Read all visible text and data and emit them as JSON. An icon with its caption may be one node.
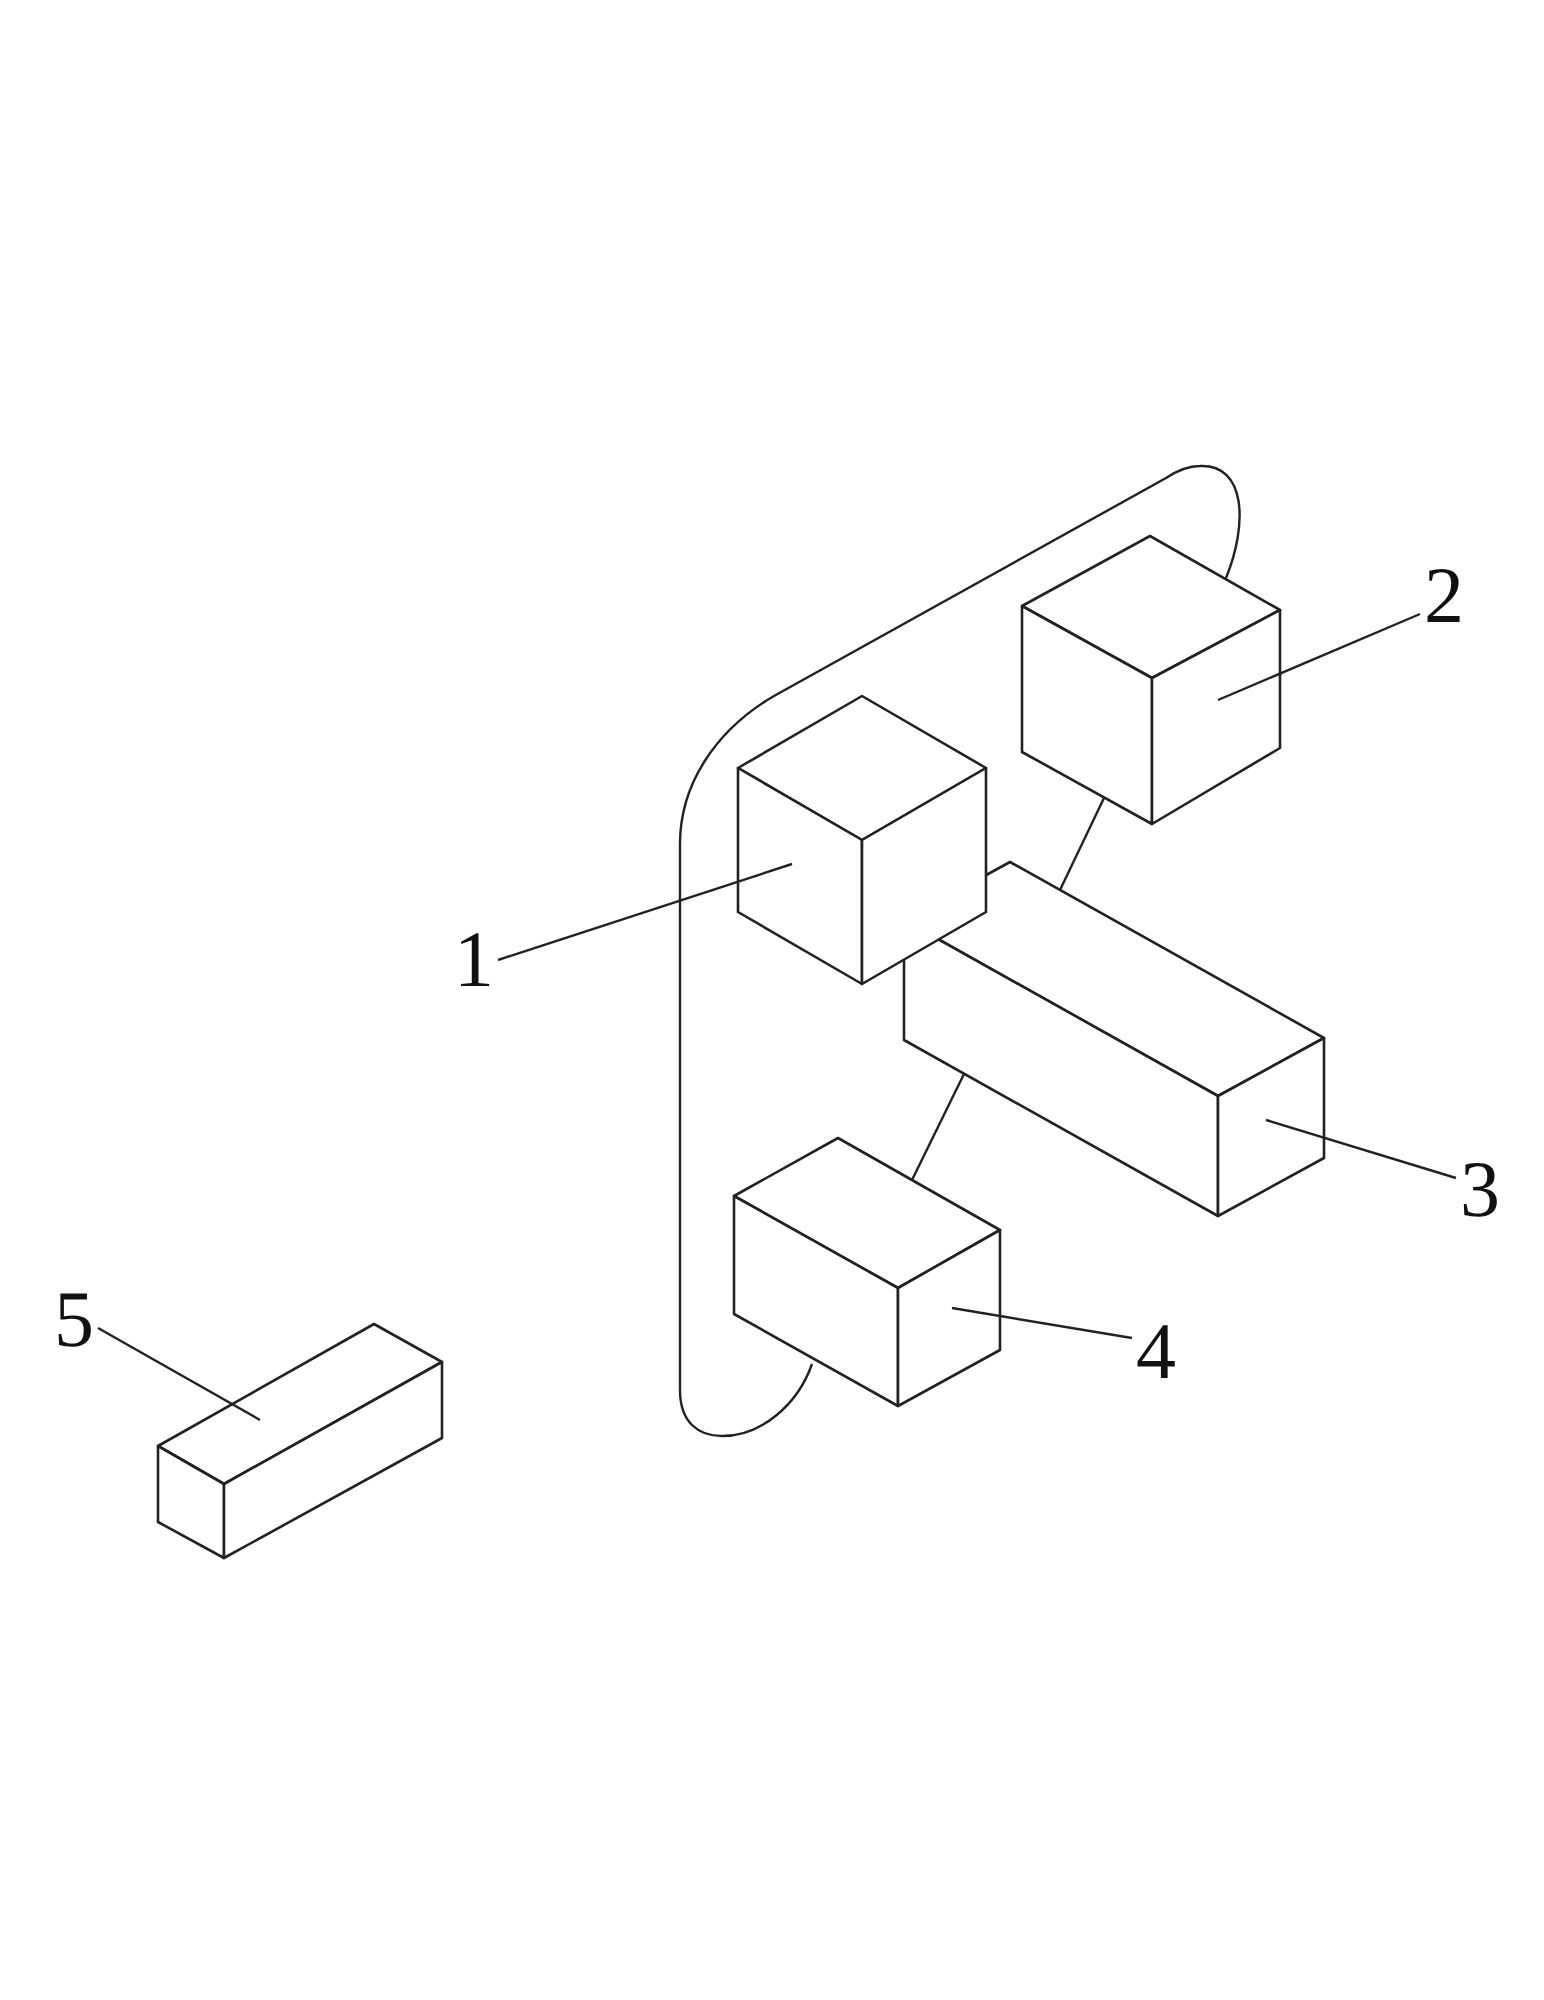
{
  "diagram": {
    "nodes": [
      {
        "text": [
          "2"
        ]
      },
      {
        "text": [],
        "shape": "block"
      },
      {
        "text": [
          "1"
        ]
      },
      {
        "text": [],
        "shape": "block"
      },
      {
        "text": [],
        "shape": "block"
      },
      {
        "text": [
          "3"
        ]
      },
      {
        "text": [],
        "shape": "block"
      },
      {
        "text": [
          "4"
        ]
      },
      {
        "text": [
          "5"
        ]
      },
      {
        "text": [],
        "shape": "block"
      }
    ],
    "edges": [
      {
        "from": 0,
        "to": 1,
        "arrow": "none"
      },
      {
        "from": 2,
        "to": 3,
        "arrow": "none"
      },
      {
        "from": 5,
        "to": 4,
        "arrow": "none"
      },
      {
        "from": 7,
        "to": 6,
        "arrow": "none"
      },
      {
        "from": 8,
        "to": 9,
        "arrow": "none"
      },
      {
        "from": 1,
        "to": 4,
        "arrow": "none"
      },
      {
        "from": 4,
        "to": 6,
        "arrow": "none"
      }
    ]
  }
}
